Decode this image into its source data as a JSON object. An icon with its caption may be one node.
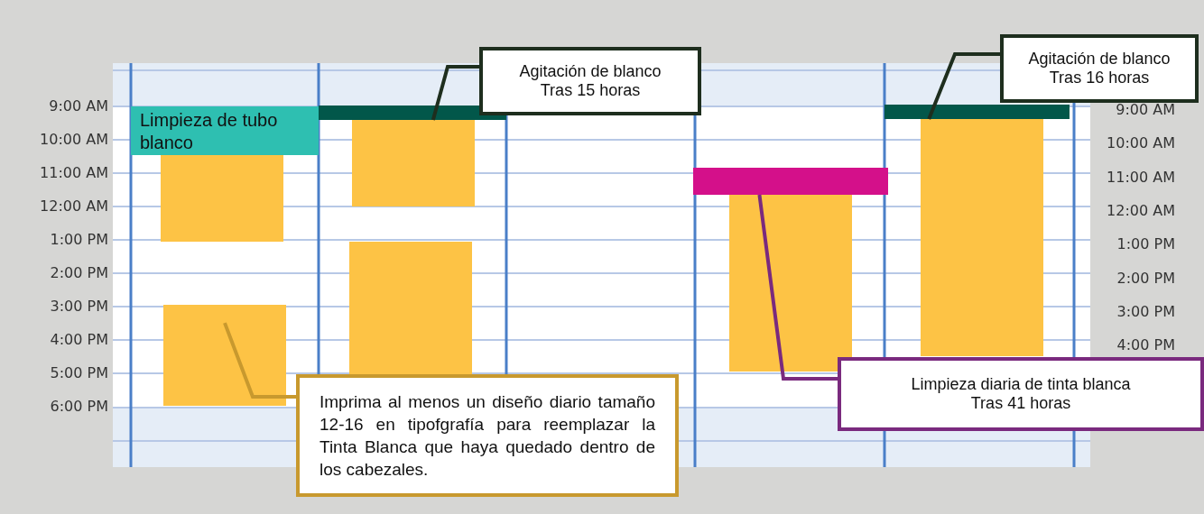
{
  "diagram": {
    "nodes": [
      {
        "text": [
          "Limpieza de tubo blanco"
        ]
      },
      {
        "text": [
          "Agitación de blanco",
          "Tras 15 horas"
        ]
      },
      {
        "text": [],
        "shape": "bar"
      },
      {
        "text": [
          "Agitación de blanco",
          "Tras 16 horas"
        ]
      },
      {
        "text": [],
        "shape": "bar"
      },
      {
        "text": [],
        "shape": "bar"
      },
      {
        "text": [
          "Limpieza diaria de tinta blanca",
          "Tras 41 horas"
        ]
      },
      {
        "text": [],
        "shape": "bar"
      },
      {
        "text": [
          "Imprima al menos un diseño diario tamaño 12-16 en tipofgrafía para reemplazar la Tinta Blanca que haya quedado dentro de los cabezales."
        ]
      },
      {
        "text": [],
        "shape": "bar"
      },
      {
        "text": [],
        "shape": "bar"
      },
      {
        "text": [],
        "shape": "bar"
      },
      {
        "text": [],
        "shape": "bar"
      },
      {
        "text": [],
        "shape": "bar"
      }
    ],
    "edges": [
      {
        "from": 1,
        "to": 2,
        "arrow": "none",
        "color": "#1e2e1e"
      },
      {
        "from": 3,
        "to": 4,
        "arrow": "none",
        "color": "#1e2e1e"
      },
      {
        "from": 6,
        "to": 5,
        "arrow": "none",
        "color": "#7a2a7e"
      },
      {
        "from": 8,
        "to": 7,
        "arrow": "none",
        "color": "#c8992e"
      }
    ],
    "labels": [
      "9:00 AM",
      "10:00 AM",
      "11:00 AM",
      "12:00 AM",
      "1:00 PM",
      "2:00 PM",
      "3:00 PM",
      "4:00 PM",
      "5:00 PM",
      "6:00 PM",
      "9:00 AM",
      "10:00 AM",
      "11:00 AM",
      "12:00 AM",
      "1:00 PM",
      "2:00 PM",
      "3:00 PM",
      "4:00 PM"
    ]
  }
}
